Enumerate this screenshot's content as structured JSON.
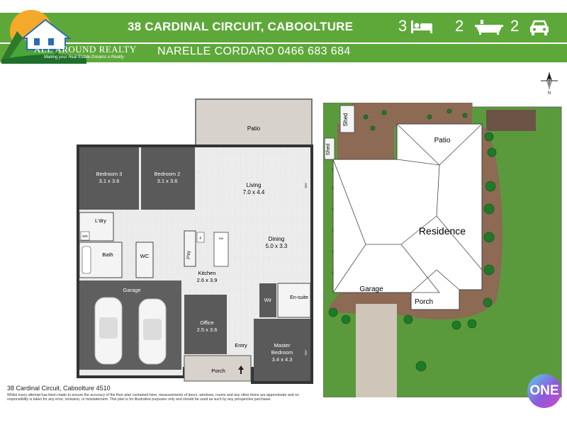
{
  "header": {
    "address": "38 CARDINAL CIRCUIT, CABOOLTURE",
    "agent": "NARELLE CORDARO  0466 683 684",
    "beds": "3",
    "baths": "2",
    "cars": "2",
    "bed_icon": "bed-icon",
    "bath_icon": "bathtub-icon",
    "car_icon": "car-icon",
    "accent_color": "#5ea83a"
  },
  "logo": {
    "name": "ALL AROUND REALTY",
    "tagline": "Making your Real Estate Dreams a Reality"
  },
  "floorplan": {
    "rooms": {
      "patio": "Patio",
      "living": "Living",
      "living_dim": "7.0 x 4.4",
      "bed3": "Bedroom 3",
      "bed3_dim": "3.1 x 3.6",
      "bed2": "Bedroom 2",
      "bed2_dim": "3.1 x 3.6",
      "ldry": "L'dry",
      "wd": "WD",
      "bath": "Bath",
      "wc": "WC",
      "pantry": "P'try",
      "fridge": "F",
      "dw": "DW",
      "dining": "Dining",
      "dining_dim": "5.0 x 3.3",
      "kitchen": "Kitchen",
      "kitchen_dim": "2.6 x 3.9",
      "garage": "Garage",
      "office": "Office",
      "office_dim": "2.5 x 3.6",
      "wir": "Wir",
      "ensuite": "En-suite",
      "master": "Master",
      "master2": "Bedroom",
      "master_dim": "3.4 x 4.3",
      "entry": "Entry",
      "porch": "Porch",
      "ac": "A/C",
      "ac2": "A/C"
    }
  },
  "siteplan": {
    "shed1": "Shed",
    "shed2": "Shed",
    "patio": "Patio",
    "residence": "Residence",
    "garage": "Garage",
    "porch": "Porch"
  },
  "compass": {
    "label": "N"
  },
  "disclaimer": {
    "title": "38 Cardinal Circuit, Caboolture 4510",
    "body": "Whilst every attempt has been made to ensure the accuracy of the floor plan contained here, measurements of doors, windows, rooms and any other items are approximate and no responsibility is taken for any error, omission, or misstatement. This plan is for illustrative purposes only and should be used as such by any prospective purchaser."
  },
  "badge": {
    "text": "ONE"
  }
}
